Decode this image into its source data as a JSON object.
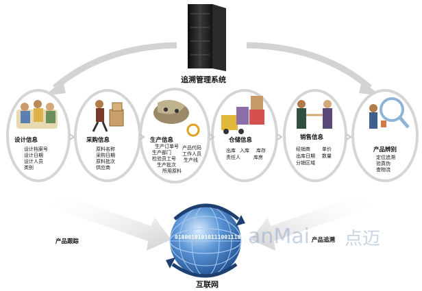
{
  "top_title": "追溯管理系统",
  "bottom_title": "互联网",
  "left_flow_label": "产品跟踪",
  "right_flow_label": "产品追溯",
  "binary_text": "01000101010111001110",
  "watermark": {
    "latin": "anMai",
    "cjk": "点迈"
  },
  "nodes": [
    {
      "title": "设计信息",
      "lines": [
        "设计档案号",
        "设计日期",
        "设计人员",
        "类别"
      ]
    },
    {
      "title": "采购信息",
      "lines": [
        "原料名称",
        "采购日期",
        "原料批次",
        "供应商"
      ]
    },
    {
      "title": "生产信息",
      "lines": [
        "生产订单号",
        "生产部门",
        "检验员工号",
        "生产批次",
        "所用原料",
        "产品代码",
        "工作人员",
        "生产线"
      ]
    },
    {
      "title": "仓储信息",
      "lines": [
        "出库",
        "入库",
        "库存",
        "责任人",
        "库房"
      ]
    },
    {
      "title": "销售信息",
      "lines": [
        "经销商",
        "单价",
        "出库日期",
        "数量",
        "分销区域"
      ]
    },
    {
      "title": "产品辨别",
      "lines": [
        "定位追溯",
        "验真伪",
        "查物流"
      ]
    }
  ],
  "colors": {
    "arrow": "#cfcfcf",
    "ellipse_border": "#d4d4d4",
    "globe": "#3f77b8",
    "server": "#1f1f1f"
  }
}
